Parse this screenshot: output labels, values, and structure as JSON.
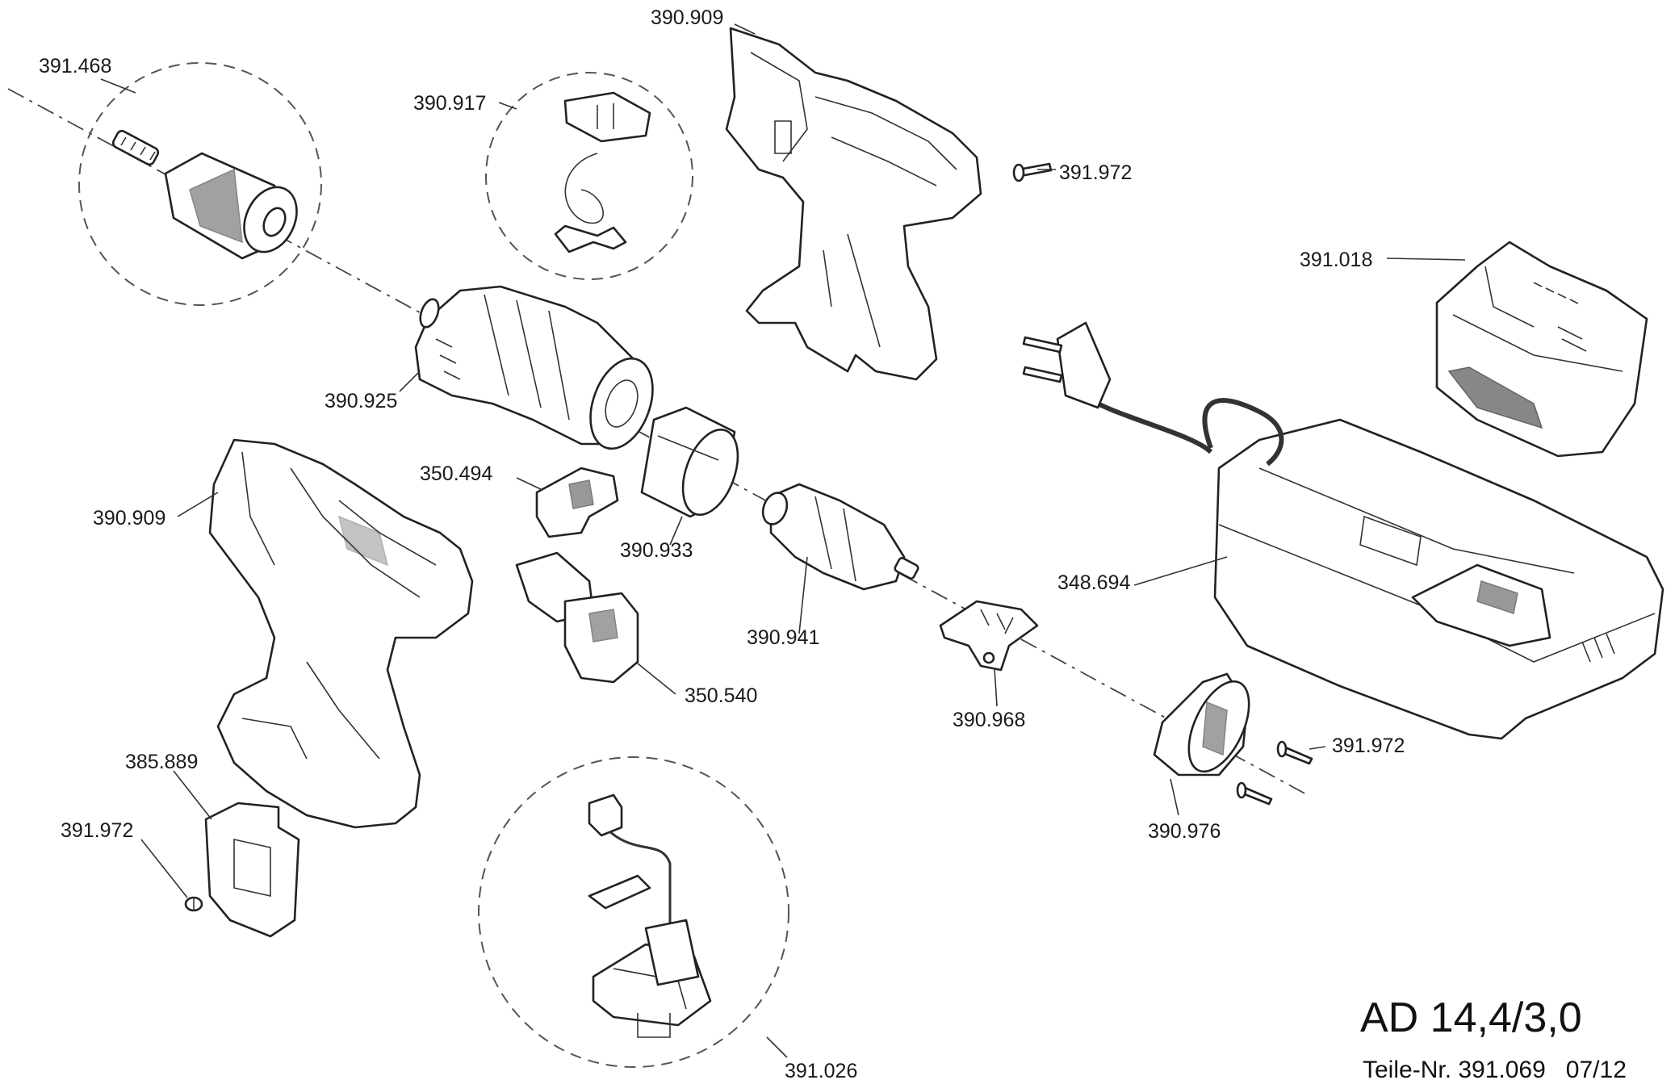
{
  "title": "AD 14,4/3,0",
  "part_number_line": "Teile-Nr. 391.069   07/12",
  "labels": {
    "chuck_screw": "391.468",
    "spring_clip": "390.917",
    "housing_right": "390.909",
    "housing_screw_top": "391.972",
    "battery": "391.018",
    "gearbox": "390.925",
    "brake_plate": "350.494",
    "housing_left": "390.909",
    "motor_sleeve": "390.933",
    "motor": "390.941",
    "charger": "348.694",
    "switch": "350.540",
    "rotor_board": "390.968",
    "belt_clip": "385.889",
    "clip_screw": "391.972",
    "end_cap_screw": "391.972",
    "end_cap": "390.976",
    "contact_assembly": "391.026"
  }
}
